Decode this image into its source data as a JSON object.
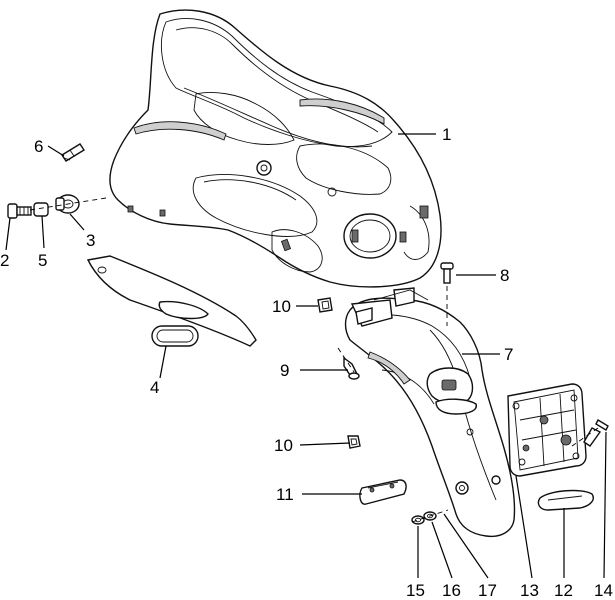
{
  "callouts": [
    {
      "id": "1",
      "text": "1"
    },
    {
      "id": "2",
      "text": "2"
    },
    {
      "id": "3",
      "text": "3"
    },
    {
      "id": "4",
      "text": "4"
    },
    {
      "id": "5",
      "text": "5"
    },
    {
      "id": "6",
      "text": "6"
    },
    {
      "id": "7",
      "text": "7"
    },
    {
      "id": "8",
      "text": "8"
    },
    {
      "id": "9",
      "text": "9"
    },
    {
      "id": "10a",
      "text": "10"
    },
    {
      "id": "10b",
      "text": "10"
    },
    {
      "id": "11",
      "text": "11"
    },
    {
      "id": "12",
      "text": "12"
    },
    {
      "id": "13",
      "text": "13"
    },
    {
      "id": "14",
      "text": "14"
    },
    {
      "id": "15",
      "text": "15"
    },
    {
      "id": "16",
      "text": "16"
    },
    {
      "id": "17",
      "text": "17"
    }
  ]
}
